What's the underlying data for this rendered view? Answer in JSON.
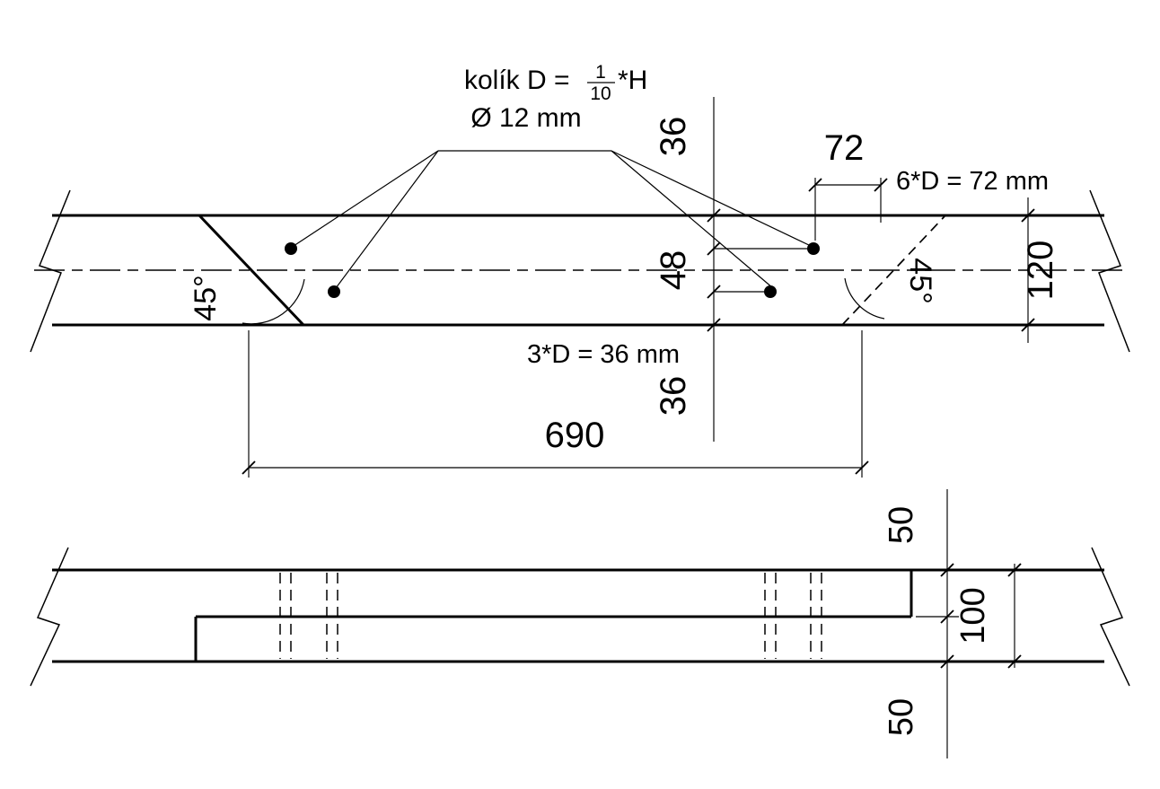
{
  "drawing": {
    "notes": {
      "dowel_prefix": "kolík D = ",
      "frac_num": "1",
      "frac_den": "10",
      "dowel_suffix": "*H",
      "diameter": "Ø 12 mm",
      "spacing": "6*D = 72 mm",
      "edge_distance": "3*D = 36 mm"
    },
    "side_view": {
      "dim_top_edge": "36",
      "dim_between": "48",
      "dim_bottom_edge": "36",
      "dim_height": "120",
      "dim_length": "690",
      "dim_dowel_spacing": "72",
      "angle_left": "45°",
      "angle_right": "45°"
    },
    "plan_view": {
      "dim_top": "50",
      "dim_width": "100",
      "dim_bottom": "50"
    }
  }
}
